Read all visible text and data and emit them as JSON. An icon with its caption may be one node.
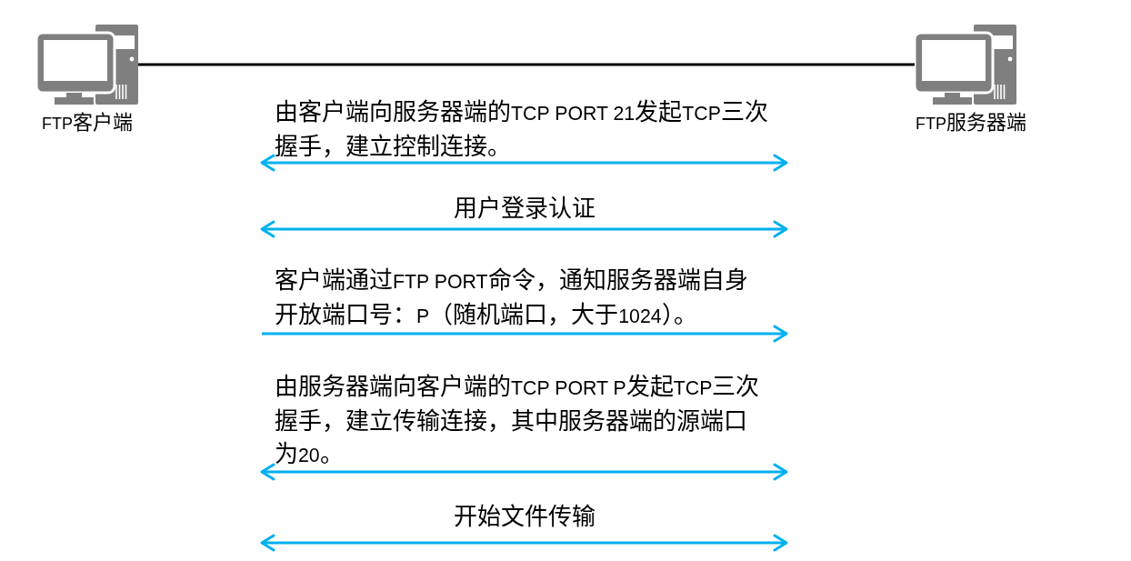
{
  "diagram": {
    "nodes": [
      {
        "text": [
          "FTP客户端"
        ]
      },
      {
        "text": [
          "FTP服务器端"
        ]
      }
    ],
    "edges": [
      {
        "from": 0,
        "to": 1,
        "arrow": "none",
        "color": "#000000"
      }
    ],
    "labels": [
      "由客户端向服务器端的TCP PORT 21发起TCP三次握手，建立控制连接。",
      "用户登录认证",
      "客户端通过FTP PORT命令，通知服务器端自身开放端口号：P（随机端口，大于1024）。",
      "由服务器端向客户端的TCP PORT P发起TCP三次握手，建立传输连接，其中服务器端的源端口为20。",
      "开始文件传输"
    ]
  }
}
